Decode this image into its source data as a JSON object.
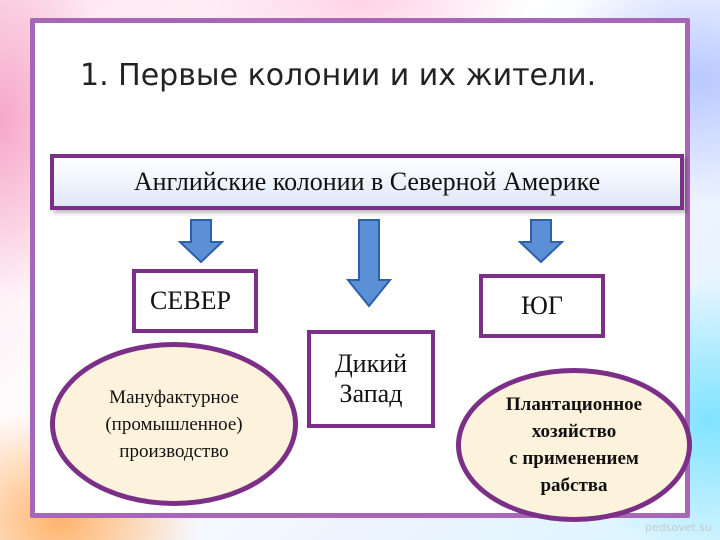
{
  "title": "1. Первые колонии и их жители.",
  "top_box": "Английские колонии в Северной Америке",
  "north": "СЕВЕР",
  "south": "ЮГ",
  "west": {
    "line1": "Дикий",
    "line2": "Запад"
  },
  "north_text": {
    "line1": "Мануфактурное",
    "line2": "(промышленное)",
    "line3": "производство"
  },
  "south_text": {
    "line1": "Плантационное",
    "line2": "хозяйство",
    "line3": "с применением",
    "line4": "рабства"
  },
  "watermark": "pedsovet.su",
  "colors": {
    "border": "#7b2f87",
    "frame": "#a866b8",
    "arrow": "#5b8fd6",
    "ellipse_fill": "#fdf3dd"
  }
}
